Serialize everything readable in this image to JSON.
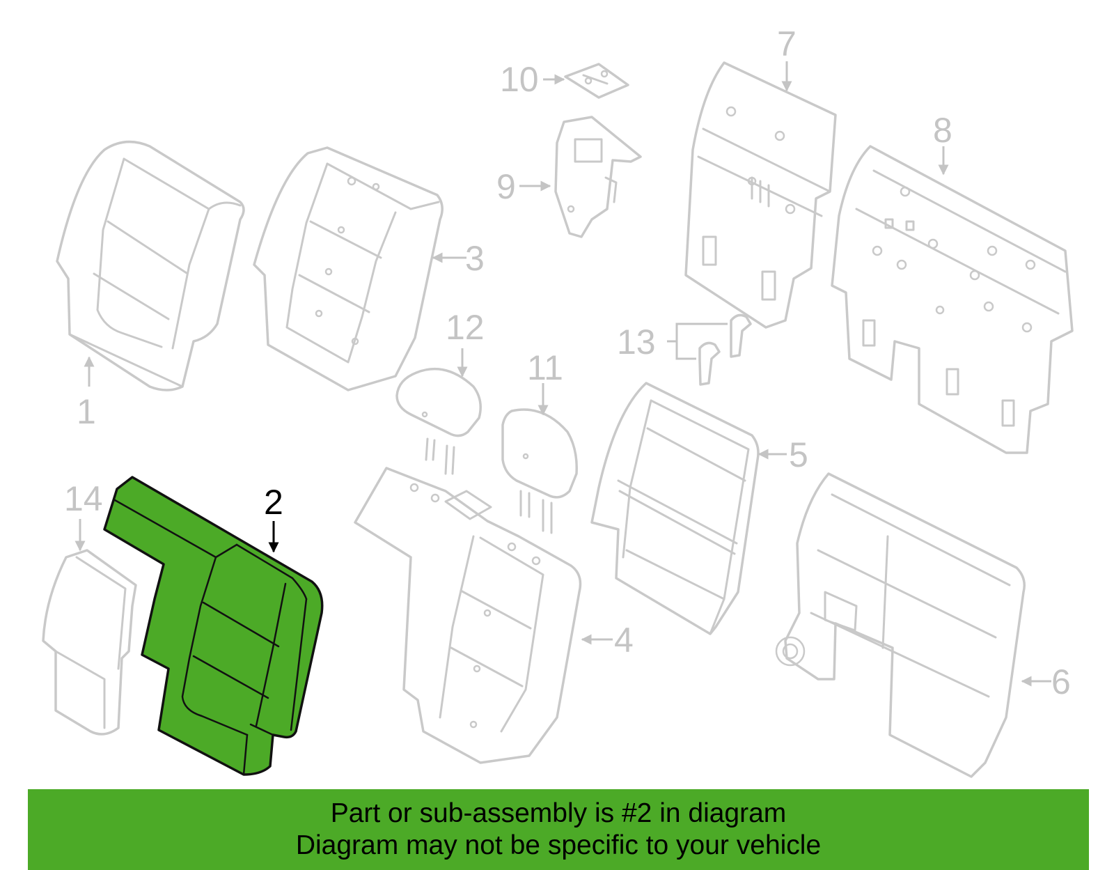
{
  "diagram": {
    "callouts": {
      "c1": "1",
      "c2": "2",
      "c3": "3",
      "c4": "4",
      "c5": "5",
      "c6": "6",
      "c7": "7",
      "c8": "8",
      "c9": "9",
      "c10": "10",
      "c11": "11",
      "c12": "12",
      "c13": "13",
      "c14": "14"
    },
    "highlighted_part": "2",
    "colors": {
      "highlight_fill": "#4caa27",
      "part_outline": "#c9c9c9",
      "label_inactive": "#c4c4c4",
      "label_active": "#000000"
    }
  },
  "banner": {
    "line1": "Part or sub-assembly is #2 in diagram",
    "line2": "Diagram may not be specific to your vehicle",
    "background": "#4caa27"
  }
}
